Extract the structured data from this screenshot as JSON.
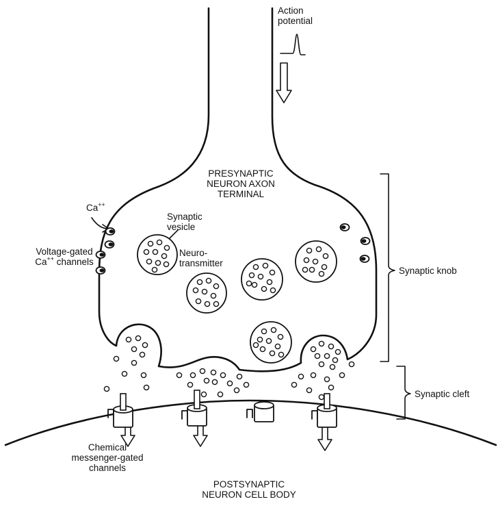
{
  "labels": {
    "action_potential_1": "Action",
    "action_potential_2": "potential",
    "presynaptic_1": "PRESYNAPTIC",
    "presynaptic_2": "NEURON AXON",
    "presynaptic_3": "TERMINAL",
    "ca_ion": "Ca",
    "ca_charge": "++",
    "voltage_gated_1": "Voltage-gated",
    "voltage_gated_2a": "Ca",
    "voltage_gated_2b": "++",
    "voltage_gated_2c": " channels",
    "synaptic_vesicle_1": "Synaptic",
    "synaptic_vesicle_2": "vesicle",
    "neurotransmitter_1": "Neuro-",
    "neurotransmitter_2": "transmitter",
    "synaptic_knob": "Synaptic knob",
    "synaptic_cleft": "Synaptic cleft",
    "chemical_1": "Chemical",
    "chemical_2": "messenger-gated",
    "chemical_3": "channels",
    "postsynaptic_1": "POSTSYNAPTIC",
    "postsynaptic_2": "NEURON CELL BODY"
  },
  "colors": {
    "stroke": "#111111",
    "background": "#ffffff"
  }
}
